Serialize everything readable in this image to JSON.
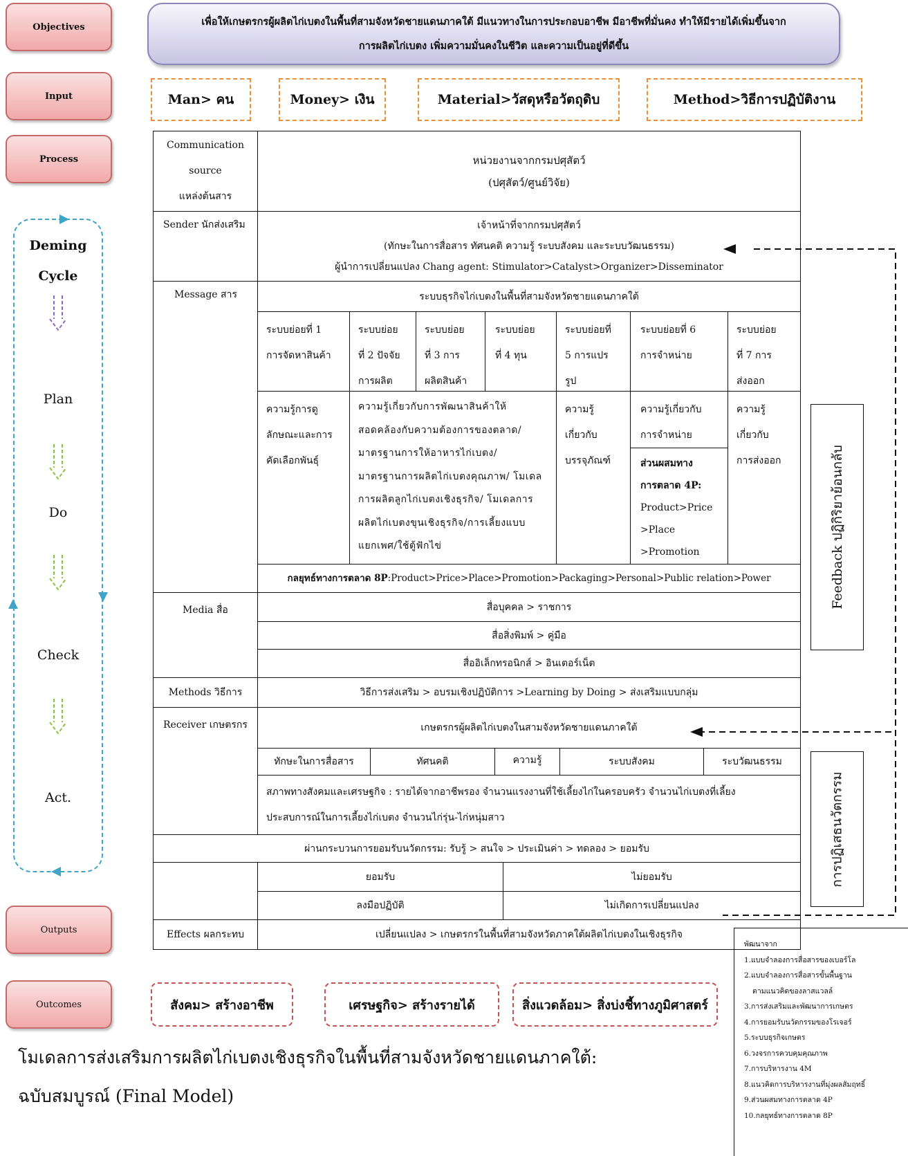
{
  "side_pills": {
    "objectives": "Objectives",
    "input": "Input",
    "process": "Process",
    "outputs": "Outputs",
    "outcomes": "Outcomes"
  },
  "objective_text": {
    "line1": "เพื่อให้เกษตรกรผู้ผลิตไก่เบตงในพื้นที่สามจังหวัดชายแดนภาคใต้ มีแนวทางในการประกอบอาชีพ มีอาชีพที่มั่นคง ทำให้มีรายได้เพิ่มขึ้นจาก",
    "line2": "การผลิตไก่เบตง เพิ่มความมั่นคงในชีวิต และความเป็นอยู่ที่ดีขึ้น"
  },
  "inputs": [
    "Man> คน",
    "Money> เงิน",
    "Material>วัสดุหรือวัตถุดิบ",
    "Method>วิธีการปฏิบัติงาน"
  ],
  "deming": {
    "title1": "Deming",
    "title2": "Cycle",
    "steps": [
      "Plan",
      "Do",
      "Check",
      "Act."
    ]
  },
  "table": {
    "communication_source_label": [
      "Communication",
      "source",
      "แหล่งต้นสาร"
    ],
    "communication_source_value": [
      "หน่วยงานจากกรมปศุสัตว์",
      "(ปศุสัตว์/ศูนย์วิจัย)"
    ],
    "sender_label": "Sender นักส่งเสริม",
    "sender_value": [
      "เจ้าหน้าที่จากกรมปศุสัตว์",
      "(ทักษะในการสื่อสาร ทัศนคติ ความรู้ ระบบสังคม และระบบวัฒนธรรม)",
      "ผู้นำการเปลี่ยนแปลง Chang agent: Stimulator>Catalyst>Organizer>Disseminator"
    ],
    "message_label": "Message สาร",
    "message_header": "ระบบธุรกิจไก่เบตงในพื้นที่สามจังหวัดชายแดนภาคใต้",
    "subsystems": [
      [
        "ระบบย่อยที่ 1",
        "การจัดหาสินค้า"
      ],
      [
        "ระบบย่อย",
        "ที่ 2 ปัจจัย",
        "การผลิต"
      ],
      [
        "ระบบย่อย",
        "ที่ 3 การ",
        "ผลิตสินค้า"
      ],
      [
        "ระบบย่อย",
        "ที่ 4 ทุน"
      ],
      [
        "ระบบย่อยที่",
        "5 การแปร",
        "รูป"
      ],
      [
        "ระบบย่อยที่ 6",
        "การจำหน่าย"
      ],
      [
        "ระบบย่อย",
        "ที่ 7 การ",
        "ส่งออก"
      ]
    ],
    "knowledge_1": [
      "ความรู้การดู",
      "ลักษณะและการ",
      "คัดเลือกพันธุ์"
    ],
    "knowledge_2": [
      "ความรู้เกี่ยวกับการพัฒนาสินค้าให้",
      "สอดคล้องกับความต้องการของตลาด/",
      "มาตรฐานการให้อาหารไก่เบตง/",
      "มาตรฐานการผลิตไก่เบตงคุณภาพ/ โมเดล",
      "การผลิตลูกไก่เบตงเชิงธุรกิจ/ โมเดลการ",
      "ผลิตไก่เบตงขุนเชิงธุรกิจ/การเลี้ยงแบบ",
      "แยกเพศ/ใช้ตู้ฟักไข่"
    ],
    "knowledge_5": [
      "ความรู้",
      "เกี่ยวกับ",
      "บรรจุภัณฑ์"
    ],
    "knowledge_6": [
      "ความรู้เกี่ยวกับ",
      "การจำหน่าย"
    ],
    "marketing_4p_title": [
      "ส่วนผสมทาง",
      "การตลาด 4P:"
    ],
    "marketing_4p_items": [
      "Product>Price",
      ">Place",
      ">Promotion"
    ],
    "knowledge_7": [
      "ความรู้",
      "เกี่ยวกับ",
      "การส่งออก"
    ],
    "strategy_8p_bold": "กลยุทธ์ทางการตลาด 8P",
    "strategy_8p_rest": ":Product>Price>Place>Promotion>Packaging>Personal>Public relation>Power",
    "media_label": "Media สื่อ",
    "media_rows": [
      "สื่อบุคคล > ราชการ",
      "สื่อสิ่งพิมพ์ > คู่มือ",
      "สื่ออิเล็กทรอนิกส์ > อินเตอร์เน็ต"
    ],
    "methods_label": "Methods วิธีการ",
    "methods_value": "วิธีการส่งเสริม > อบรมเชิงปฏิบัติการ >Learning by Doing > ส่งเสริมแบบกลุ่ม",
    "receiver_label": "Receiver เกษตรกร",
    "receiver_value": "เกษตรกรผู้ผลิตไก่เบตงในสามจังหวัดชายแดนภาคใต้",
    "receiver_traits": [
      "ทักษะในการสื่อสาร",
      "ทัศนคติ",
      "ความรู้",
      "ระบบสังคม",
      "ระบวัฒนธรรม"
    ],
    "socio_line1": "สภาพทางสังคมและเศรษฐกิจ : รายได้จากอาชีพรอง  จำนวนแรงงานที่ใช้เลี้ยงไก่ในครอบครัว  จำนวนไก่เบตงที่เลี้ยง",
    "socio_line2": "ประสบการณ์ในการเลี้ยงไก่เบตง  จำนวนไก่รุ่น-ไก่หนุ่มสาว",
    "adoption_process": "ผ่านกระบวนการยอมรับนวัตกรรม: รับรู้ > สนใจ > ประเมินค่า > ทดลอง > ยอมรับ",
    "accept": "ยอมรับ",
    "reject": "ไม่ยอมรับ",
    "practice": "ลงมือปฏิบัติ",
    "no_change": "ไม่เกิดการเปลี่ยนแปลง",
    "effects_label": "Effects ผลกระทบ",
    "effects_value": "เปลี่ยนแปลง > เกษตรกรในพื้นที่สามจังหวัดภาคใต้ผลิตไก่เบตงในเชิงธุรกิจ"
  },
  "feedback_label": "Feedback ปฏิกิริยาย้อนกลับ",
  "rejection_label": "การปฏิเสธนวัตกรรม",
  "outcomes": [
    "สังคม> สร้างอาชีพ",
    "เศรษฐกิจ> สร้างรายได้",
    "สิ่งแวดล้อม> สิ่งบ่งชี้ทางภูมิศาสตร์"
  ],
  "caption": {
    "line1": "โมเดลการส่งเสริมการผลิตไก่เบตงเชิงธุรกิจในพื้นที่สามจังหวัดชายแดนภาคใต้:",
    "line2": "ฉบับสมบูรณ์ (Final Model)"
  },
  "sources": {
    "title": "พัฒนาจาก",
    "items": [
      "1.แบบจำลองการสื่อสารของเบอร์โล",
      "2.แบบจำลองการสื่อสารขั้นพื้นฐาน",
      "ตามแนวคิดของลาสแวลล์",
      "3.การส่งเสริมและพัฒนาการเกษตร",
      "4.การยอมรับนวัตกรรมของโรเจอร์",
      "5.ระบบธุรกิจเกษตร",
      "6.วงจรการควบคุมคุณภาพ",
      "7.การบริหารงาน 4M",
      "8.แนวคิดการบริหารงานที่มุ่งผลสัมฤทธิ์",
      "9.ส่วนผสมทางการตลาด 4P",
      "10.กลยุทธ์ทางการตลาด 8P"
    ]
  },
  "colors": {
    "pill_fill": "#f1a9a9",
    "objective_fill": "#c8c4e3",
    "input_dash": "#e8913a",
    "outcome_dash": "#c45353",
    "cycle_dash": "#3fa4c7",
    "arrow_purple": "#8e6bb8",
    "arrow_green": "#8cc43f"
  }
}
